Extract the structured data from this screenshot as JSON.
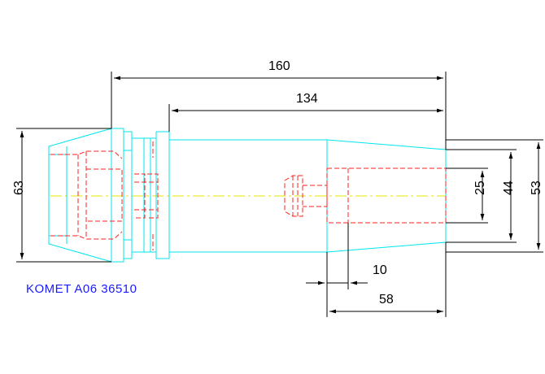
{
  "drawing": {
    "dimensions": {
      "overall_length": "160",
      "shank_length": "134",
      "flange_diameter": "63",
      "bore_diameter": "25",
      "inner_diameter": "44",
      "nose_diameter": "53",
      "bore_offset": "10",
      "nose_length": "58"
    },
    "caption": "KOMET A06 36510",
    "colors": {
      "outline": "#00e5ee",
      "hidden": "#ff2020",
      "centerline": "#e6e600",
      "dimension": "#000000",
      "caption": "#1a1aff"
    }
  }
}
